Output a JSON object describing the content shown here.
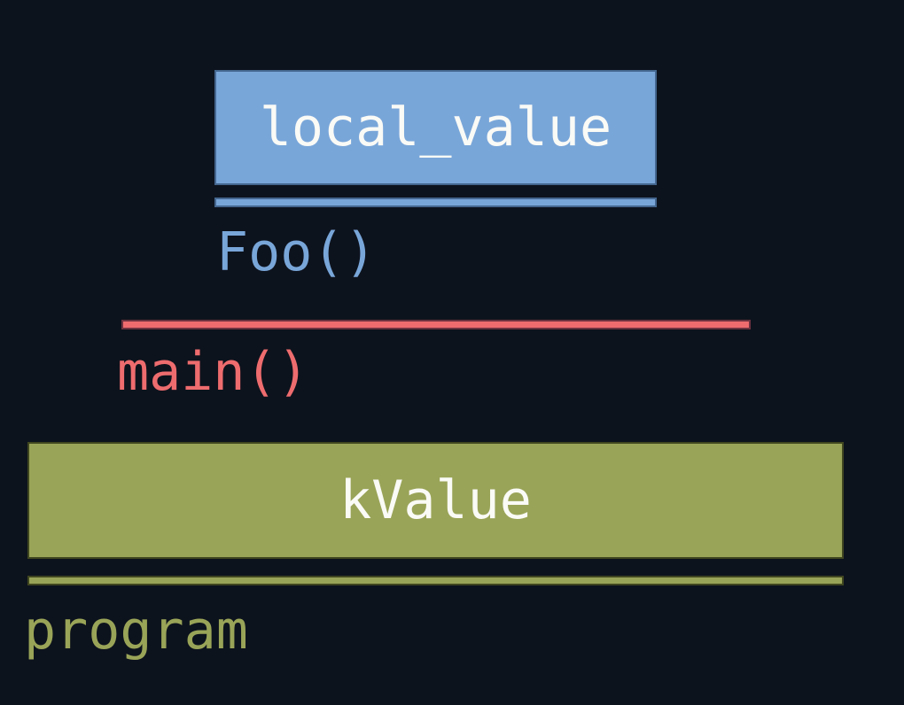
{
  "colors": {
    "background": "#0d131d",
    "blue": "#79a6d9",
    "blue-border": "#44678f",
    "red": "#ee6c6e",
    "red-border": "#6e3340",
    "olive": "#9aa458",
    "olive-border": "#40461f",
    "bar-text": "#fafaf6"
  },
  "frames": {
    "foo": {
      "caption": "Foo()",
      "bar_label": "local_value"
    },
    "main": {
      "caption": "main()"
    },
    "program": {
      "caption": "program",
      "bar_label": "kValue"
    }
  }
}
